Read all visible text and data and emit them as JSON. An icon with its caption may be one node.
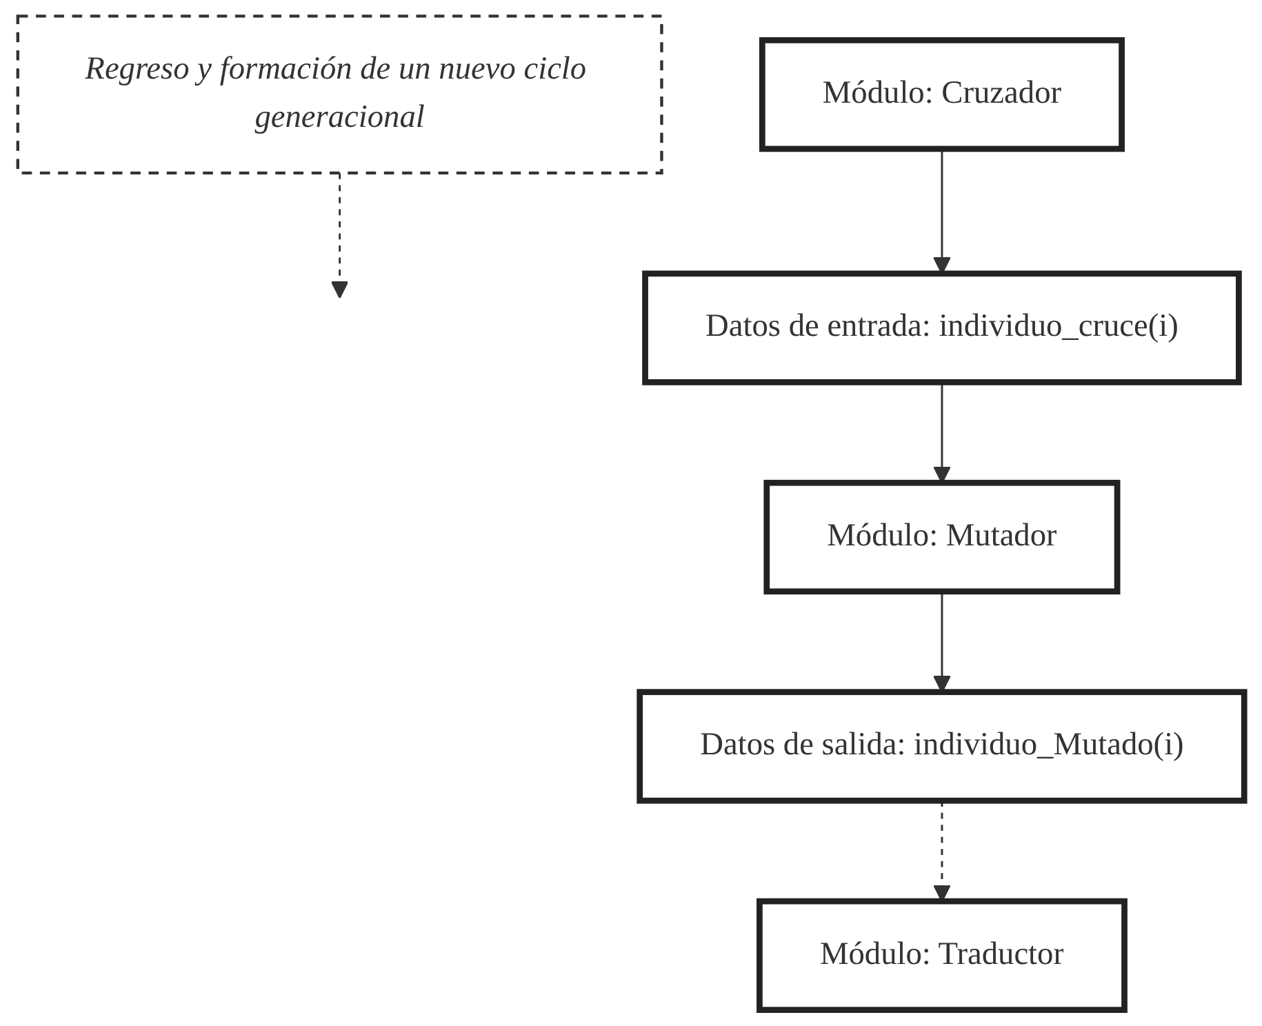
{
  "diagram": {
    "nodes": [
      {
        "text": [
          "Módulo: Cruzador"
        ]
      },
      {
        "text": [
          "Datos de entrada: individuo_cruce(i)"
        ]
      },
      {
        "text": [
          "Módulo: Mutador"
        ]
      },
      {
        "text": [
          "Datos de salida: individuo_Mutado(i)"
        ]
      },
      {
        "text": [
          "Módulo: Traductor"
        ]
      },
      {
        "text": [
          "Regreso y formación de un nuevo ciclo generacional"
        ]
      }
    ],
    "edges": [
      {
        "from": 0,
        "to": 1,
        "arrow": "to"
      },
      {
        "from": 1,
        "to": 2,
        "arrow": "to"
      },
      {
        "from": 2,
        "to": 3,
        "arrow": "to"
      },
      {
        "from": 3,
        "to": 4,
        "arrow": "to",
        "style": "dashed"
      },
      {
        "from": 5,
        "to": null,
        "arrow": "to",
        "style": "dashed"
      }
    ]
  }
}
